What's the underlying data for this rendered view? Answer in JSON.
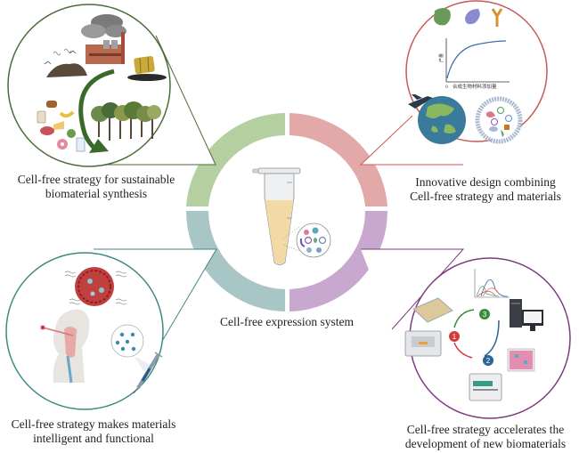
{
  "center": {
    "label": "Cell-free expression system",
    "ring_colors": {
      "top_left": "#b5d0a0",
      "top_right": "#e3a9a8",
      "bottom_left": "#a7c6c5",
      "bottom_right": "#c9a8d0"
    },
    "tube_fill": "#f3d9a6"
  },
  "panels": [
    {
      "id": "top-left",
      "title_line1": "Cell-free strategy for sustainable",
      "title_line2": "biomaterial synthesis",
      "border_color": "#4a6b3a"
    },
    {
      "id": "top-right",
      "title_line1": "Innovative design combining",
      "title_line2": "Cell-free strategy and materials",
      "border_color": "#c85a5a",
      "chart_xlabel": "合成生物材料添加量",
      "chart_ylabel": "产量",
      "chart_origin": "0"
    },
    {
      "id": "bottom-left",
      "title_line1": "Cell-free strategy makes materials",
      "title_line2": "intelligent and functional",
      "border_color": "#3d8a82"
    },
    {
      "id": "bottom-right",
      "title_line1": "Cell-free strategy accelerates the",
      "title_line2": "development of new biomaterials",
      "border_color": "#7b3b7e",
      "steps": [
        "1",
        "2",
        "3"
      ],
      "step_colors": [
        "#d23c3c",
        "#2a6496",
        "#3c8a3c"
      ]
    }
  ]
}
